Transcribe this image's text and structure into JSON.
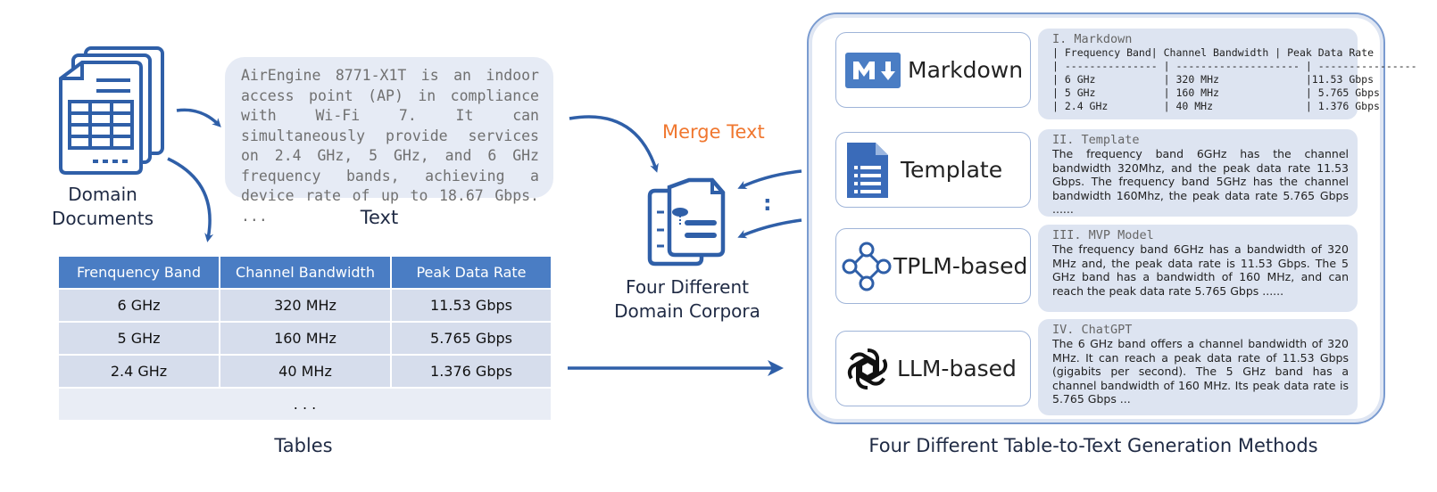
{
  "documents": {
    "label_line1": "Domain",
    "label_line2": "Documents"
  },
  "text_block": {
    "content": "AirEngine 8771-X1T is an indoor access point (AP) in compliance with Wi-Fi 7. It can simultaneously provide services on 2.4 GHz, 5 GHz, and 6 GHz frequency bands, achieving a device rate of up to 18.67 Gbps. ...",
    "caption": "Text"
  },
  "table": {
    "headers": [
      "Frenquency Band",
      "Channel Bandwidth",
      "Peak Data Rate"
    ],
    "rows": [
      [
        "6 GHz",
        "320 MHz",
        "11.53 Gbps"
      ],
      [
        "5 GHz",
        "160 MHz",
        "5.765 Gbps"
      ],
      [
        "2.4 GHz",
        "40 MHz",
        "1.376 Gbps"
      ]
    ],
    "ellipsis": ". . .",
    "caption": "Tables"
  },
  "merge": {
    "label": "Merge Text",
    "dots": ":",
    "corpora_line1": "Four Different",
    "corpora_line2": "Domain Corpora"
  },
  "methods": {
    "caption": "Four Different Table-to-Text Generation Methods",
    "items": [
      {
        "label": "Markdown",
        "icon": "markdown-icon",
        "example_title": "I. Markdown",
        "example_lines": [
          "| Frequency Band| Channel Bandwidth | Peak Data Rate",
          "| --------------- | -------------------- | ----------------",
          "| 6 GHz           | 320 MHz              |11.53 Gbps",
          "| 5 GHz           | 160 MHz              | 5.765 Gbps",
          "| 2.4 GHz         | 40 MHz               | 1.376 Gbps"
        ]
      },
      {
        "label": "Template",
        "icon": "document-icon",
        "example_title": "II. Template",
        "example_text": "The frequency band 6GHz has the channel bandwidth 320Mhz, and the peak data rate 11.53 Gbps. The frequency band 5GHz has the channel bandwidth 160Mhz, the peak data rate 5.765 Gbps ......"
      },
      {
        "label": "TPLM-based",
        "icon": "network-icon",
        "example_title": "III. MVP Model",
        "example_text": "The frequency band 6GHz has a bandwidth of 320 MHz and, the peak data rate is 11.53 Gbps. The 5 GHz band has a bandwidth of 160 MHz, and can reach the peak data rate 5.765 Gbps ......"
      },
      {
        "label": "LLM-based",
        "icon": "openai-icon",
        "example_title": "IV. ChatGPT",
        "example_text": "The 6 GHz band offers a channel bandwidth of 320 MHz. It can reach a peak data rate of 11.53 Gbps (gigabits per second). The 5 GHz band has a channel bandwidth of 160 MHz. Its peak data rate is 5.765 Gbps ..."
      }
    ]
  },
  "colors": {
    "accent_blue": "#2f5fa8",
    "header_blue": "#4a7dc4",
    "merge_orange": "#f0772f",
    "bubble_bg": "#e6ebf5"
  }
}
